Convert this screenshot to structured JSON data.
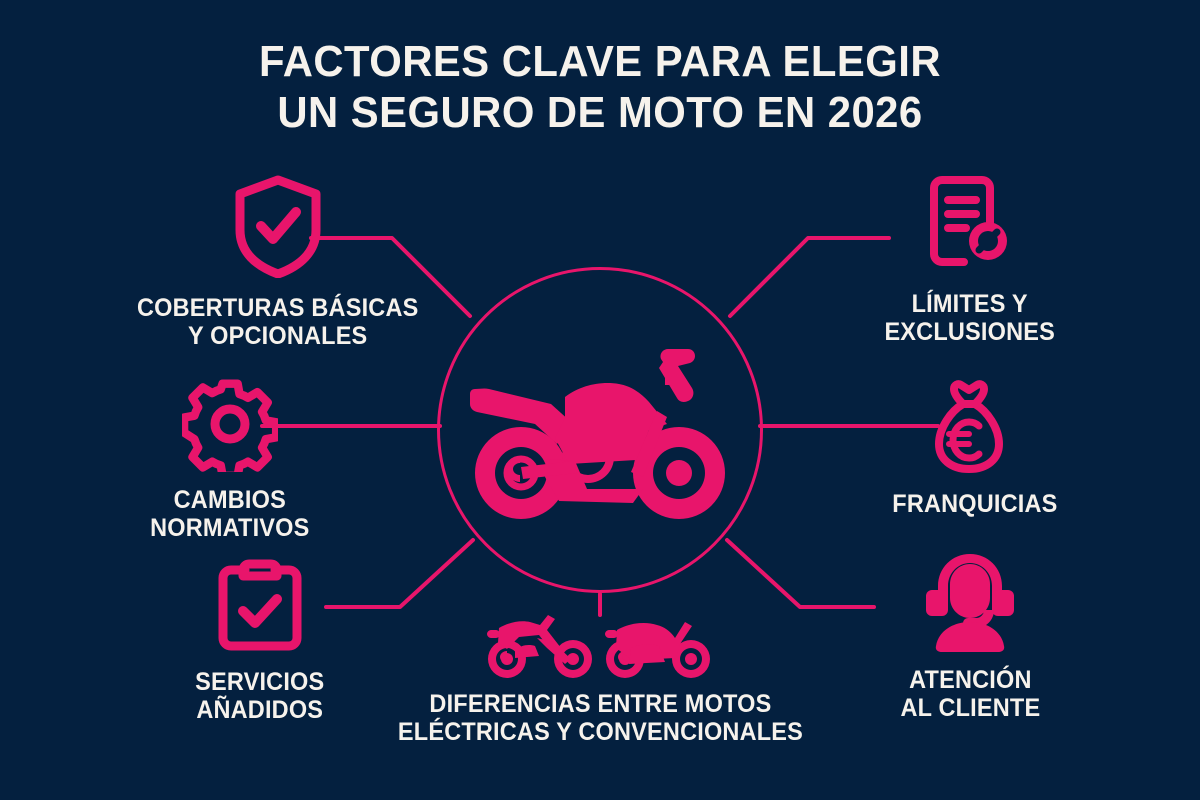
{
  "theme": {
    "background": "#04203f",
    "accent": "#e8156b",
    "text": "#f6f2ec"
  },
  "title": "FACTORES CLAVE PARA ELEGIR\nUN SEGURO DE MOTO EN 2026",
  "center": {
    "icon": "motorcycle-icon",
    "ring": "hub-circle"
  },
  "nodes": [
    {
      "id": "coberturas",
      "icon": "shield-check-icon",
      "label": "COBERTURAS BÁSICAS\nY OPCIONALES",
      "side": "left"
    },
    {
      "id": "cambios",
      "icon": "gear-icon",
      "label": "CAMBIOS\nNORMATIVOS",
      "side": "left"
    },
    {
      "id": "servicios",
      "icon": "clipboard-check-icon",
      "label": "SERVICIOS\nAÑADIDOS",
      "side": "left"
    },
    {
      "id": "diferencias",
      "icon": "two-motorcycles-icon",
      "label": "DIFERENCIAS ENTRE MOTOS\nELÉCTRICAS Y CONVENCIONALES",
      "side": "bottom"
    },
    {
      "id": "limites",
      "icon": "document-prohibited-icon",
      "label": "LÍMITES Y\nEXCLUSIONES",
      "side": "right"
    },
    {
      "id": "franquicias",
      "icon": "money-bag-euro-icon",
      "label": "FRANQUICIAS",
      "side": "right"
    },
    {
      "id": "atencion",
      "icon": "headset-operator-icon",
      "label": "ATENCIÓN\nAL CLIENTE",
      "side": "right"
    }
  ]
}
